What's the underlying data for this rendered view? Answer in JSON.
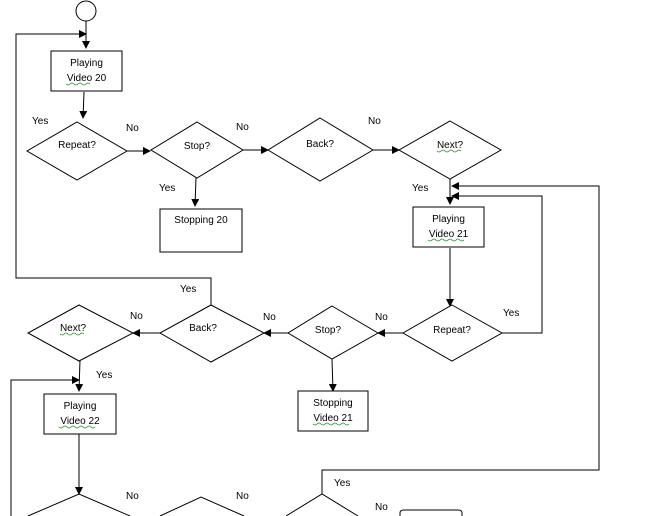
{
  "nodes": {
    "playing_video_20": [
      "Playing",
      "Video 20"
    ],
    "repeat_1": "Repeat?",
    "stop_1": "Stop?",
    "back_1": "Back?",
    "next_1": "Next?",
    "stopping_20": "Stopping 20",
    "playing_video_21": [
      "Playing",
      "Video 21"
    ],
    "repeat_2": "Repeat?",
    "stop_2": "Stop?",
    "back_2": "Back?",
    "next_2": "Next?",
    "stopping_video_21": [
      "Stopping",
      "Video 21"
    ],
    "playing_video_22": [
      "Playing",
      "Video 22"
    ]
  },
  "edge_labels": {
    "yes": "Yes",
    "no": "No"
  },
  "spellcheck_underline_color": "#2e8b2e"
}
